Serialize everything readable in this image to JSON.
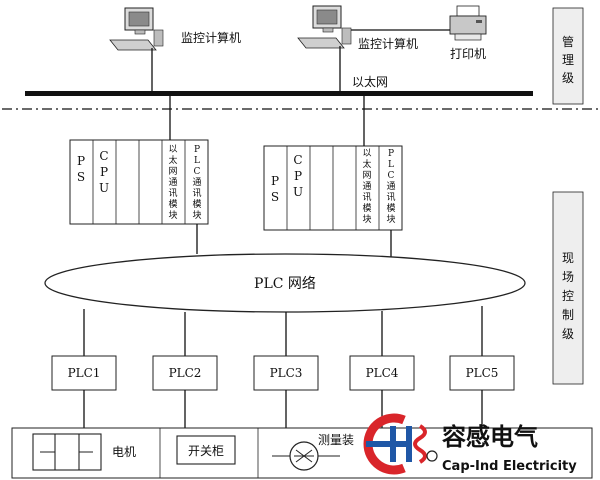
{
  "management": {
    "pc1_label": "监控计算机",
    "pc2_label": "监控计算机",
    "printer_label": "打印机",
    "ethernet_label": "以太网",
    "level_label": "管理级"
  },
  "racks": [
    {
      "ps": "PS",
      "cpu": "CPU",
      "eth_module": "以太网通讯模块",
      "plc_module": "PLC通讯模块"
    },
    {
      "ps": "PS",
      "cpu": "CPU",
      "eth_module": "以太网通讯模块",
      "plc_module": "PLC通讯模块"
    }
  ],
  "plc_network_label": "PLC 网络",
  "field_level_label": "现场控制级",
  "plcs": [
    "PLC1",
    "PLC2",
    "PLC3",
    "PLC4",
    "PLC5"
  ],
  "devices": {
    "motor": "电机",
    "switch_cabinet": "开关柜",
    "measurement": "测量装"
  },
  "brand": {
    "name_zh": "容感电气",
    "name_en": "Cap-Ind Electricity",
    "logo_text": "C"
  },
  "colors": {
    "line": "#111111",
    "rack_fill": "#ffffff",
    "level_fill": "#eeeeee",
    "brand_red": "#d9252a",
    "brand_blue": "#1f57a6"
  }
}
